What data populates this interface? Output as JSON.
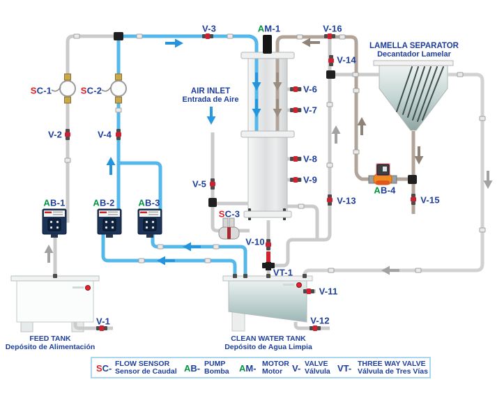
{
  "colors": {
    "label_navy": "#1c3d9c",
    "label_red": "#e31e24",
    "label_green": "#00963f",
    "blue_pipe": "#54b8ea",
    "gray_pipe": "#cbcbcb",
    "sludge_pipe": "#b2a498"
  },
  "valves": {
    "v1": "V-1",
    "v2": "V-2",
    "v3": "V-3",
    "v4": "V-4",
    "v5": "V-5",
    "v6": "V-6",
    "v7": "V-7",
    "v8": "V-8",
    "v9": "V-9",
    "v10": "V-10",
    "v11": "V-11",
    "v12": "V-12",
    "v13": "V-13",
    "v14": "V-14",
    "v15": "V-15",
    "v16": "V-16",
    "vt1": "VT-1"
  },
  "devices": {
    "sc1": {
      "prefix": "S",
      "rest": "C-1"
    },
    "sc2": {
      "prefix": "S",
      "rest": "C-2"
    },
    "sc3": {
      "prefix": "S",
      "rest": "C-3"
    },
    "ab1": {
      "prefix": "A",
      "rest": "B-1"
    },
    "ab2": {
      "prefix": "A",
      "rest": "B-2"
    },
    "ab3": {
      "prefix": "A",
      "rest": "B-3"
    },
    "ab4": {
      "prefix": "A",
      "rest": "B-4"
    },
    "am1": {
      "prefix": "A",
      "rest": "M-1"
    }
  },
  "annotations": {
    "air_inlet_en": "AIR INLET",
    "air_inlet_es": "Entrada de Aire",
    "lamella_en": "LAMELLA SEPARATOR",
    "lamella_es": "Decantador Lamelar",
    "feed_tank_en": "FEED TANK",
    "feed_tank_es": "Depósito de Alimentación",
    "clean_tank_en": "CLEAN WATER TANK",
    "clean_tank_es": "Depósito de Agua Limpia"
  },
  "legend": {
    "sc": {
      "p1": "S",
      "p2": "C-",
      "en": "FLOW SENSOR",
      "es": "Sensor de Caudal"
    },
    "ab": {
      "p1": "A",
      "p2": "B-",
      "en": "PUMP",
      "es": "Bomba"
    },
    "am": {
      "p1": "A",
      "p2": "M-",
      "en": "MOTOR",
      "es": "Motor"
    },
    "v": {
      "p1": "",
      "p2": "V-",
      "en": "VALVE",
      "es": "Válvula"
    },
    "vt": {
      "p1": "",
      "p2": "VT-",
      "en": "THREE WAY VALVE",
      "es": "Válvula de Tres Vías"
    }
  }
}
